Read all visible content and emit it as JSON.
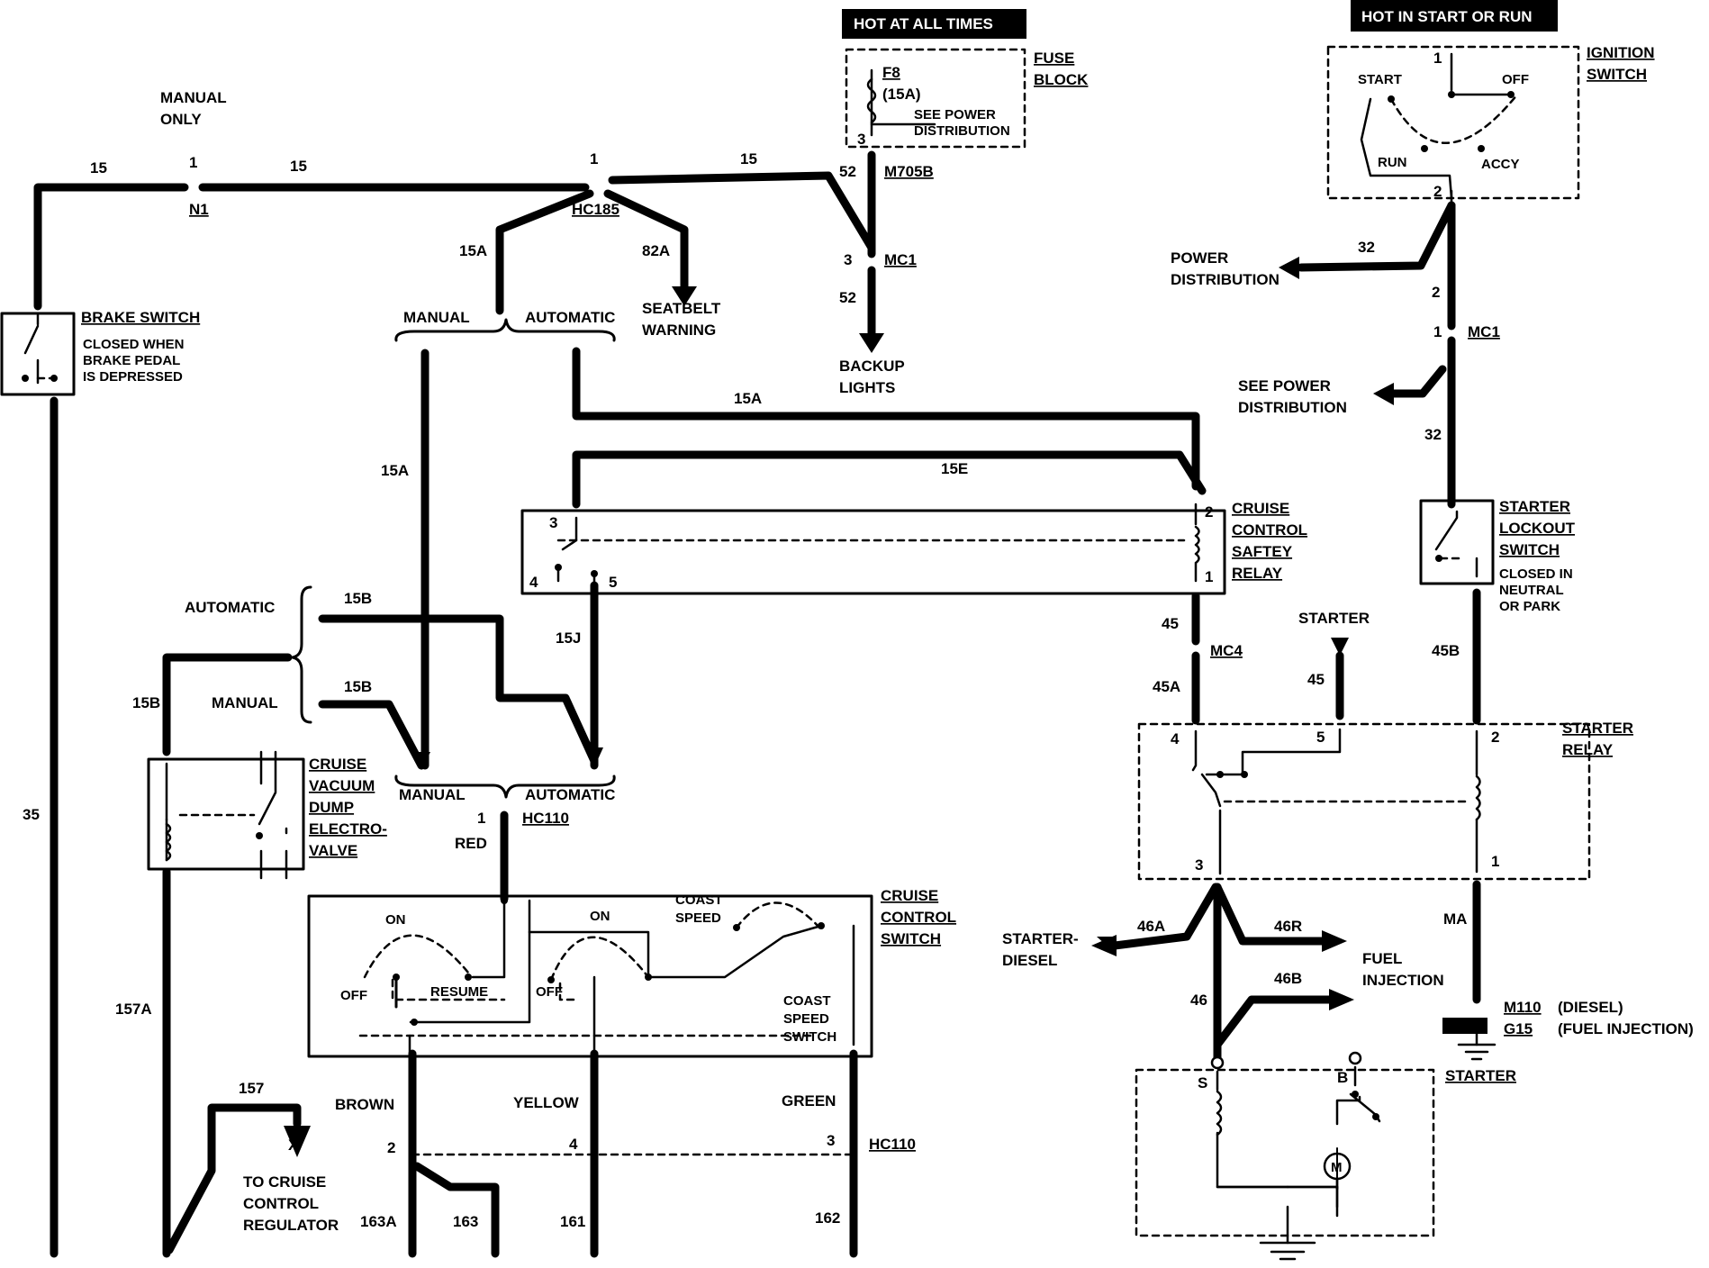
{
  "header": {
    "hot_at_all_times": "HOT AT ALL TIMES",
    "hot_in_start_or_run": "HOT IN START OR RUN"
  },
  "labels": {
    "manual_only": [
      "MANUAL",
      "ONLY"
    ],
    "fuse_block": [
      "FUSE",
      "BLOCK"
    ],
    "fuse": [
      "F8",
      "(15A)"
    ],
    "see_power_distribution_fuse": [
      "SEE POWER",
      "DISTRIBUTION"
    ],
    "ignition_switch": [
      "IGNITION",
      "SWITCH"
    ],
    "ign_start": "START",
    "ign_off": "OFF",
    "ign_run": "RUN",
    "ign_accy": "ACCY",
    "power_distribution": [
      "POWER",
      "DISTRIBUTION"
    ],
    "see_power_distribution": [
      "SEE POWER",
      "DISTRIBUTION"
    ],
    "brake_switch": "BRAKE SWITCH",
    "brake_note": [
      "CLOSED WHEN",
      "BRAKE PEDAL",
      "IS DEPRESSED"
    ],
    "manual": "MANUAL",
    "automatic": "AUTOMATIC",
    "seatbelt_warning": [
      "SEATBELT",
      "WARNING"
    ],
    "backup_lights": [
      "BACKUP",
      "LIGHTS"
    ],
    "cruise_relay": [
      "CRUISE",
      "CONTROL",
      "SAFTEY",
      "RELAY"
    ],
    "starter_lockout": [
      "STARTER",
      "LOCKOUT",
      "SWITCH"
    ],
    "lockout_note": [
      "CLOSED IN",
      "NEUTRAL",
      "OR PARK"
    ],
    "starter": "STARTER",
    "starter_relay": [
      "STARTER",
      "RELAY"
    ],
    "vacuum_valve": [
      "CRUISE",
      "VACUUM",
      "DUMP",
      "ELECTRO-",
      "VALVE"
    ],
    "cruise_switch": [
      "CRUISE",
      "CONTROL",
      "SWITCH"
    ],
    "sw_on": "ON",
    "sw_off": "OFF",
    "sw_resume": "RESUME",
    "coast_speed": [
      "COAST",
      "SPEED"
    ],
    "coast_speed_switch": [
      "COAST",
      "SPEED",
      "SWITCH"
    ],
    "red": "RED",
    "brown": "BROWN",
    "yellow": "YELLOW",
    "green": "GREEN",
    "to_regulator": [
      "TO CRUISE",
      "CONTROL",
      "REGULATOR"
    ],
    "starter_diesel": [
      "STARTER-",
      "DIESEL"
    ],
    "fuel_injection": [
      "FUEL",
      "INJECTION"
    ],
    "ground_note": [
      "(DIESEL)",
      "(FUEL INJECTION)"
    ],
    "terminal_s": "S",
    "terminal_b": "B",
    "motor": "M",
    "x_mark": "X"
  },
  "connectors": {
    "N1": "N1",
    "HC185": "HC185",
    "M705B": "M705B",
    "MC1": "MC1",
    "MC4": "MC4",
    "HC110": "HC110",
    "M110": "M110",
    "G15": "G15"
  },
  "wires": {
    "w15": "15",
    "w15A": "15A",
    "w15B": "15B",
    "w15E": "15E",
    "w15J": "15J",
    "w82A": "82A",
    "w52": "52",
    "w32": "32",
    "w2": "2",
    "w35": "35",
    "w45": "45",
    "w45A": "45A",
    "w45B": "45B",
    "w46": "46",
    "w46A": "46A",
    "w46R": "46R",
    "w46B": "46B",
    "wMA": "MA",
    "w157": "157",
    "w157A": "157A",
    "w163A": "163A",
    "w163": "163",
    "w161": "161",
    "w162": "162"
  },
  "pins": {
    "p1": "1",
    "p2": "2",
    "p3": "3",
    "p4": "4",
    "p5": "5"
  }
}
